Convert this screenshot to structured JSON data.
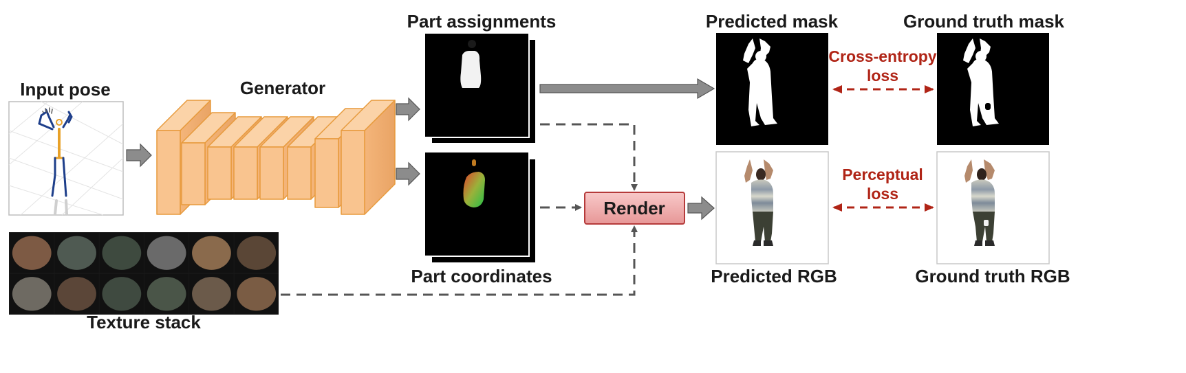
{
  "labels": {
    "input_pose": "Input pose",
    "generator": "Generator",
    "part_assignments": "Part assignments",
    "part_coordinates": "Part coordinates",
    "texture_stack": "Texture stack",
    "render": "Render",
    "predicted_mask": "Predicted mask",
    "ground_truth_mask": "Ground truth mask",
    "predicted_rgb": "Predicted RGB",
    "ground_truth_rgb": "Ground truth RGB",
    "cross_entropy_line1": "Cross-entropy",
    "cross_entropy_line2": "loss",
    "perceptual_line1": "Perceptual",
    "perceptual_line2": "loss"
  },
  "colors": {
    "generator_face": "#f9c48f",
    "generator_edge": "#e79a3c",
    "render_fill": "#f2b3b3",
    "render_edge": "#b53a3a",
    "loss_arrow": "#b02416",
    "flow_arrow": "#7a7a7a",
    "dashed_arrow": "#555555"
  },
  "icons": {
    "pose_skeleton": "skeleton-figure",
    "person_photo": "person-standing-hands-up",
    "mask_silhouette": "person-silhouette-mask"
  }
}
